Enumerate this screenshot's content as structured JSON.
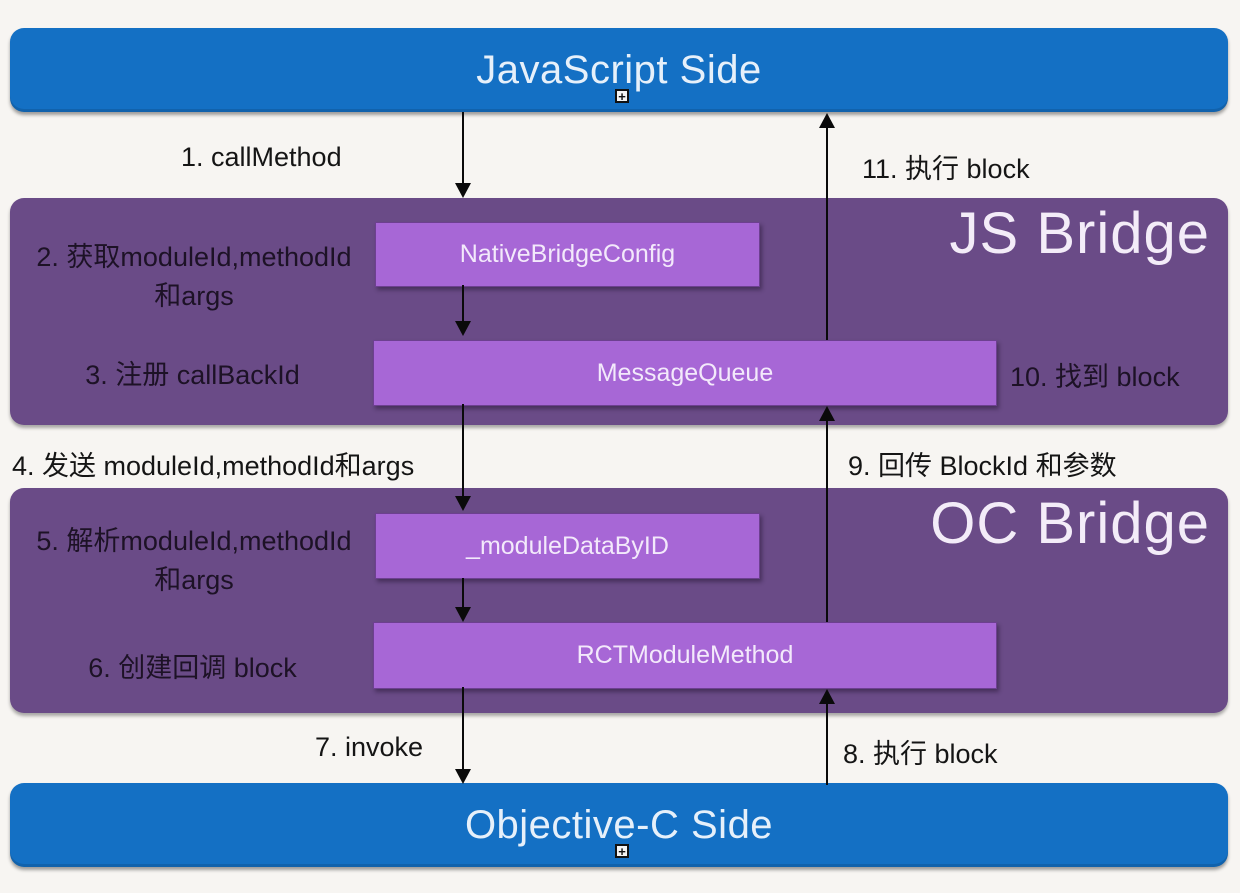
{
  "colors": {
    "bar_blue": "#1470c4",
    "panel_purple": "#6a4b87",
    "box_purple": "#a767d6",
    "background": "#f7f5f2",
    "arrow_black": "#0a0a0a"
  },
  "top_bar": {
    "title": "JavaScript Side"
  },
  "bottom_bar": {
    "title": "Objective-C Side"
  },
  "js_bridge": {
    "title": "JS Bridge",
    "boxes": [
      {
        "label": "NativeBridgeConfig"
      },
      {
        "label": "MessageQueue"
      }
    ],
    "labels": {
      "step2_line1": "2. 获取moduleId,methodId",
      "step2_line2": "和args",
      "step3": "3. 注册 callBackId",
      "step10": "10. 找到 block"
    }
  },
  "oc_bridge": {
    "title": "OC Bridge",
    "boxes": [
      {
        "label": "_moduleDataByID"
      },
      {
        "label": "RCTModuleMethod"
      }
    ],
    "labels": {
      "step5_line1": "5. 解析moduleId,methodId",
      "step5_line2": "和args",
      "step6": "6. 创建回调 block"
    }
  },
  "flow_labels": {
    "step1": "1. callMethod",
    "step4": "4. 发送 moduleId,methodId和args",
    "step7": "7. invoke",
    "step8": "8. 执行 block",
    "step9": "9. 回传 BlockId 和参数",
    "step11": "11. 执行 block"
  },
  "icons": {
    "plus_handle": "+"
  }
}
